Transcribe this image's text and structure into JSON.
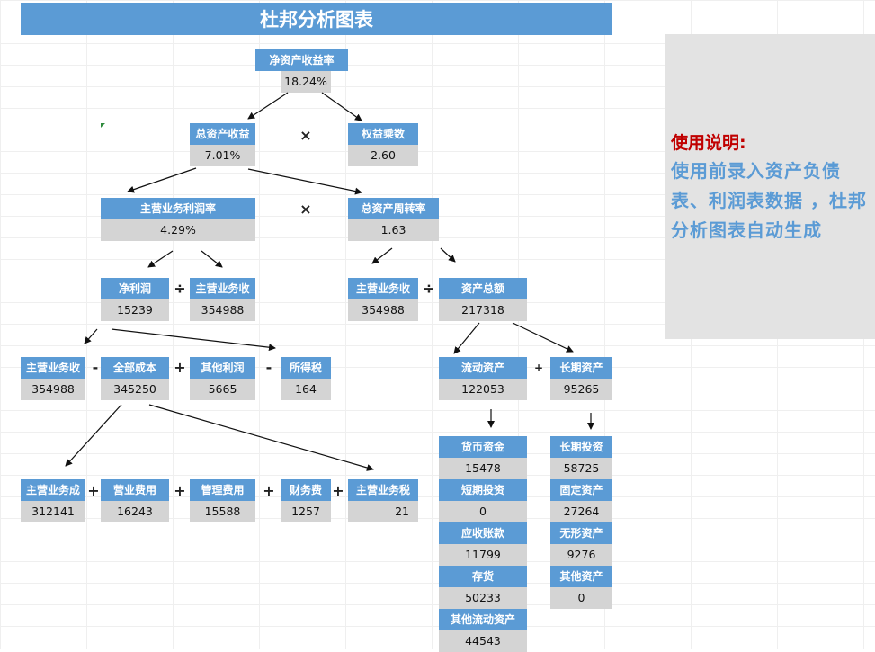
{
  "title": "杜邦分析图表",
  "nodes": {
    "roe": {
      "label": "净资产收益率",
      "value": "18.24%"
    },
    "roa": {
      "label": "总资产收益",
      "value": "7.01%"
    },
    "equity_multiplier": {
      "label": "权益乘数",
      "value": "2.60"
    },
    "margin": {
      "label": "主营业务利润率",
      "value": "4.29%"
    },
    "turnover": {
      "label": "总资产周转率",
      "value": "1.63"
    },
    "net_profit": {
      "label": "净利润",
      "value": "15239"
    },
    "revenue_a": {
      "label": "主营业务收",
      "value": "354988"
    },
    "revenue_b": {
      "label": "主营业务收",
      "value": "354988"
    },
    "total_assets": {
      "label": "资产总额",
      "value": "217318"
    },
    "revenue_c": {
      "label": "主营业务收",
      "value": "354988"
    },
    "total_cost": {
      "label": "全部成本",
      "value": "345250"
    },
    "other_profit": {
      "label": "其他利润",
      "value": "5665"
    },
    "income_tax": {
      "label": "所得税",
      "value": "164"
    },
    "current_assets": {
      "label": "流动资产",
      "value": "122053"
    },
    "long_term_assets": {
      "label": "长期资产",
      "value": "95265"
    },
    "cogs": {
      "label": "主营业务成",
      "value": "312141"
    },
    "selling_exp": {
      "label": "营业费用",
      "value": "16243"
    },
    "admin_exp": {
      "label": "管理费用",
      "value": "15588"
    },
    "finance_exp": {
      "label": "财务费",
      "value": "1257"
    },
    "business_tax": {
      "label": "主营业务税",
      "value": "21"
    },
    "cash": {
      "label": "货币资金",
      "value": "15478"
    },
    "short_invest": {
      "label": "短期投资",
      "value": "0"
    },
    "receivables": {
      "label": "应收账款",
      "value": "11799"
    },
    "inventory": {
      "label": "存货",
      "value": "50233"
    },
    "other_current": {
      "label": "其他流动资产",
      "value": "44543"
    },
    "lt_invest": {
      "label": "长期投资",
      "value": "58725"
    },
    "fixed_assets": {
      "label": "固定资产",
      "value": "27264"
    },
    "intangible": {
      "label": "无形资产",
      "value": "9276"
    },
    "other_assets": {
      "label": "其他资产",
      "value": "0"
    }
  },
  "operators": {
    "times": "×",
    "divide": "÷",
    "minus": "-",
    "plus": "+"
  },
  "note": {
    "heading": "使用说明:",
    "body": "使用前录入资产负债表、利润表数据 ，杜邦分析图表自动生成"
  },
  "colors": {
    "header_blue": "#5b9bd5",
    "value_gray": "#d4d4d4",
    "note_heading_red": "#c00000",
    "note_text_blue": "#5b9bd5"
  }
}
